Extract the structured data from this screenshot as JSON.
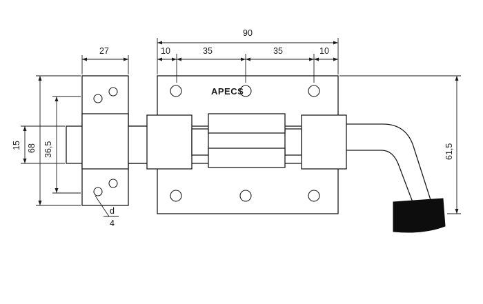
{
  "drawing": {
    "brand_label": "APECS",
    "dimensions": {
      "total_width": "90",
      "seg_left_margin": "10",
      "seg_middle_a": "35",
      "seg_middle_b": "35",
      "seg_right_margin": "10",
      "keeper_width": "27",
      "bolt_diameter": "15",
      "keeper_height": "68",
      "hole_spacing": "36,5",
      "overall_height": "61,5",
      "hole_label_d": "d",
      "hole_label_value": "4"
    }
  }
}
